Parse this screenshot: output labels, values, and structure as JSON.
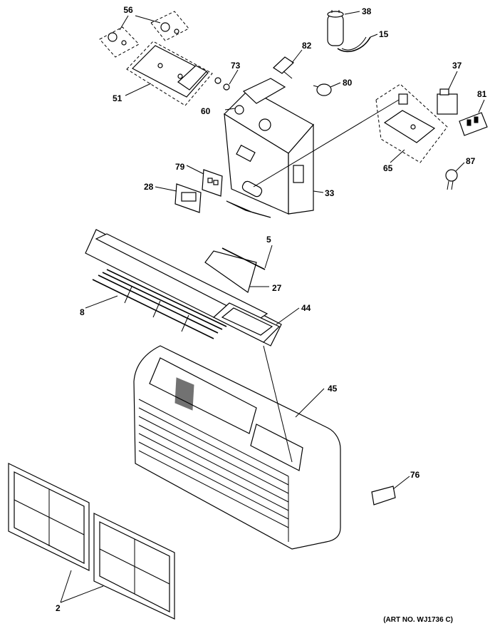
{
  "parts": [
    {
      "id": "p56",
      "label": "56"
    },
    {
      "id": "p38",
      "label": "38"
    },
    {
      "id": "p15",
      "label": "15"
    },
    {
      "id": "p82",
      "label": "82"
    },
    {
      "id": "p73",
      "label": "73"
    },
    {
      "id": "p80",
      "label": "80"
    },
    {
      "id": "p51",
      "label": "51"
    },
    {
      "id": "p60",
      "label": "60"
    },
    {
      "id": "p37",
      "label": "37"
    },
    {
      "id": "p81",
      "label": "81"
    },
    {
      "id": "p65",
      "label": "65"
    },
    {
      "id": "p87",
      "label": "87"
    },
    {
      "id": "p79",
      "label": "79"
    },
    {
      "id": "p28",
      "label": "28"
    },
    {
      "id": "p33",
      "label": "33"
    },
    {
      "id": "p5",
      "label": "5"
    },
    {
      "id": "p27",
      "label": "27"
    },
    {
      "id": "p8",
      "label": "8"
    },
    {
      "id": "p44",
      "label": "44"
    },
    {
      "id": "p45",
      "label": "45"
    },
    {
      "id": "p76",
      "label": "76"
    },
    {
      "id": "p2",
      "label": "2"
    }
  ],
  "art_number": "(ART NO. WJ1736 C)"
}
